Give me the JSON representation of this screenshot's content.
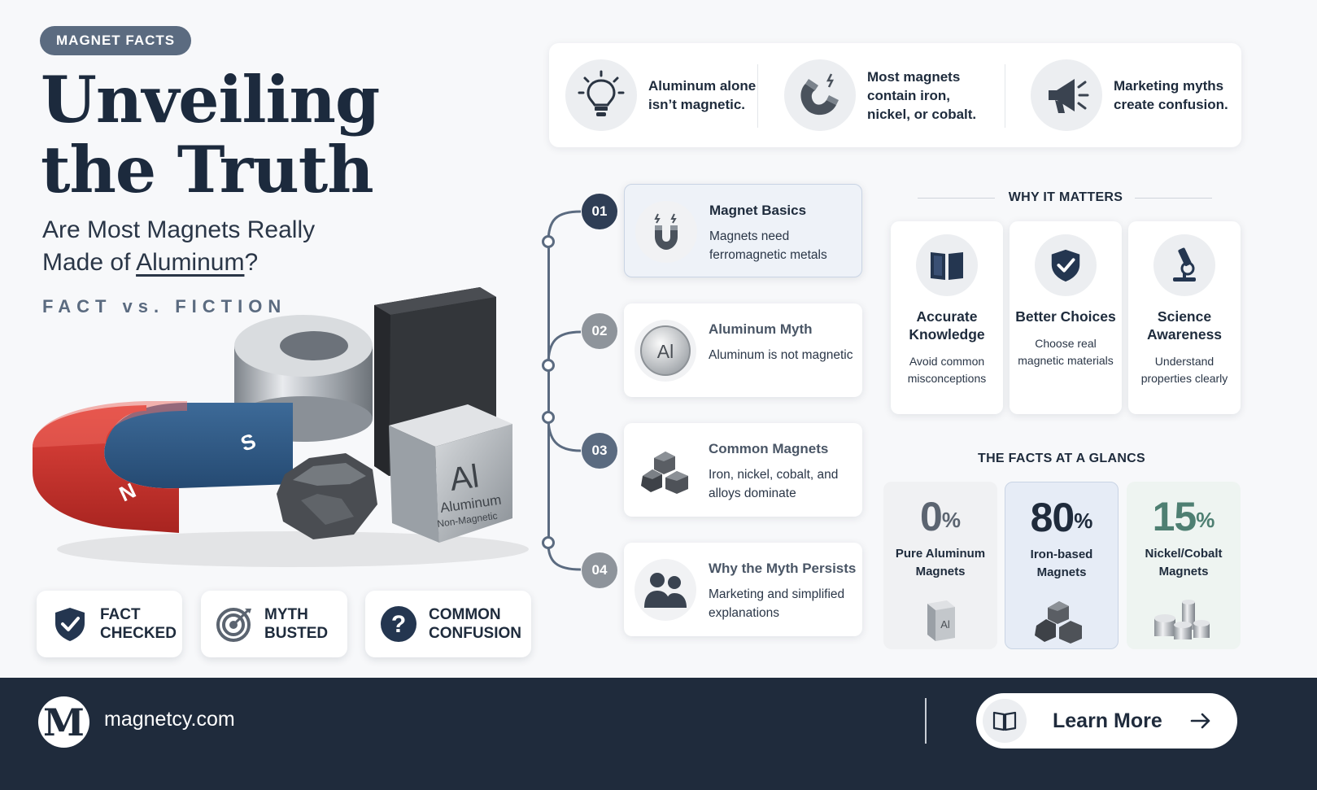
{
  "hero": {
    "tag": "MAGNET FACTS",
    "title_line1": "Unveiling",
    "title_line2": "the Truth",
    "subtitle_line1": "Are Most Magnets Really",
    "subtitle_made_of": "Made of ",
    "subtitle_highlight": "Aluminum",
    "subtitle_end": "?",
    "fact_fiction": "FACT vs. FICTION",
    "illustration": {
      "magnet_n": "N",
      "magnet_s": "S",
      "cube_symbol": "Al",
      "cube_name": "Aluminum",
      "cube_note": "Non-Magnetic"
    }
  },
  "badges": [
    {
      "line1": "FACT",
      "line2": "CHECKED",
      "icon": "shield-check-icon"
    },
    {
      "line1": "MYTH",
      "line2": "BUSTED",
      "icon": "target-icon"
    },
    {
      "line1": "COMMON",
      "line2": "CONFUSION",
      "icon": "question-icon"
    }
  ],
  "factbar": [
    {
      "text": "Aluminum alone isn’t magnetic.",
      "icon": "lightbulb-icon"
    },
    {
      "text": "Most magnets contain iron, nickel, or cobalt.",
      "icon": "horseshoe-magnet-icon"
    },
    {
      "text": "Marketing myths create confusion.",
      "icon": "megaphone-icon"
    }
  ],
  "timeline": [
    {
      "num": "01",
      "title": "Magnet Basics",
      "desc": "Magnets need ferromagnetic metals",
      "icon": "magnet-icon"
    },
    {
      "num": "02",
      "title": "Aluminum Myth",
      "desc": "Aluminum is not magnetic",
      "icon": "aluminum-coin-icon",
      "icon_label": "Al"
    },
    {
      "num": "03",
      "title": "Common Magnets",
      "desc": "Iron, nickel, cobalt, and alloys dominate",
      "icon": "metal-nuggets-icon"
    },
    {
      "num": "04",
      "title": "Why the Myth Persists",
      "desc": "Marketing and simplified explanations",
      "icon": "people-icon"
    }
  ],
  "why": {
    "title": "WHY IT MATTERS",
    "items": [
      {
        "title": "Accurate Knowledge",
        "desc": "Avoid common misconceptions",
        "icon": "book-icon"
      },
      {
        "title": "Better Choices",
        "desc": "Choose real magnetic materials",
        "icon": "shield-check-icon"
      },
      {
        "title": "Science Awareness",
        "desc": "Understand properties clearly",
        "icon": "microscope-icon"
      }
    ]
  },
  "glance": {
    "title": "THE FACTS AT A GLANCS",
    "items": [
      {
        "value": "0",
        "unit": "%",
        "label": "Pure Aluminum Magnets",
        "color": "#5b6470",
        "bg": "#f0f1f3",
        "image_label": "Al"
      },
      {
        "value": "80",
        "unit": "%",
        "label": "Iron-based Magnets",
        "color": "#1f2b3c",
        "bg": "#e6ecf6"
      },
      {
        "value": "15",
        "unit": "%",
        "label": "Nickel/Cobalt Magnets",
        "color": "#4e7f72",
        "bg": "#eef4f1"
      }
    ]
  },
  "footer": {
    "logo_letter": "M",
    "site": "magnetcy.com",
    "cta": "Learn More"
  }
}
